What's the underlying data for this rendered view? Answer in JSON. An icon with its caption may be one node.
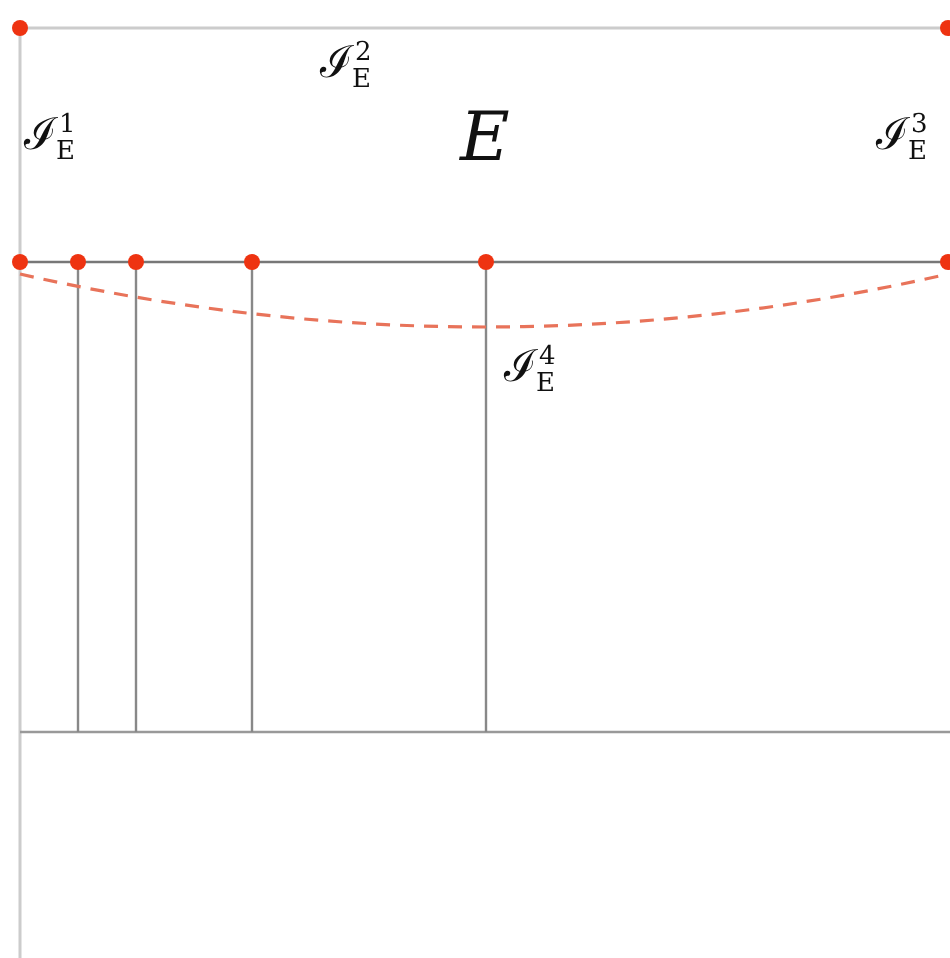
{
  "diagram": {
    "labels": [
      "ℐ$_{E}$$^{2}$",
      "ℐ$_{E}$$^{1}$",
      "E",
      "ℐ$_{E}$$^{3}$",
      "ℐ$_{E}$$^{4}$"
    ]
  }
}
